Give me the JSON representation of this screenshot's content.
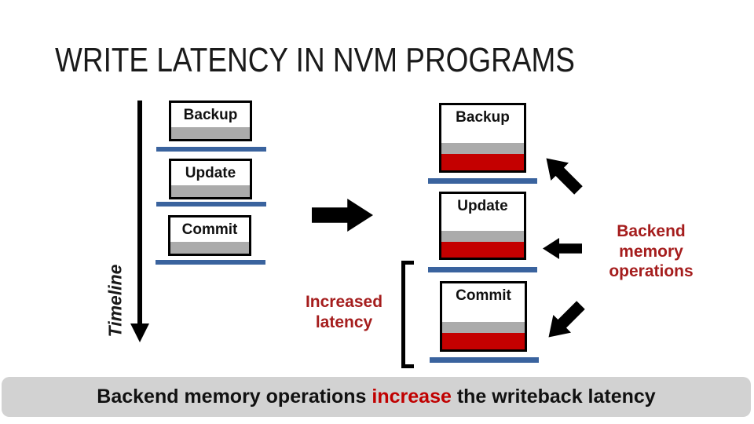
{
  "title": "WRITE LATENCY IN NVM PROGRAMS",
  "timeline": {
    "label": "Timeline"
  },
  "left_sequence": [
    "Backup",
    "Update",
    "Commit"
  ],
  "right_sequence": [
    "Backup",
    "Update",
    "Commit"
  ],
  "annotations": {
    "increased_latency": "Increased\nlatency",
    "backend_ops": "Backend\nmemory\noperations"
  },
  "banner": {
    "prefix": "Backend memory operations ",
    "highlight": "increase",
    "suffix": " the writeback latency"
  },
  "icons": {
    "middle_arrow": "block-arrow-right",
    "top_right_arrow": "block-arrow-up-left",
    "mid_right_arrow": "block-arrow-left",
    "bottom_right_arrow": "block-arrow-down-left",
    "timeline_arrow": "arrow-down"
  },
  "colors": {
    "red_fill": "#c40000",
    "gray_band": "#ababab",
    "blue_line": "#3a639e",
    "dark_red_text": "#a51d1d",
    "banner_bg": "#d2d2d2",
    "banner_highlight_red": "#c00000",
    "title_text": "#1a1a1a"
  }
}
